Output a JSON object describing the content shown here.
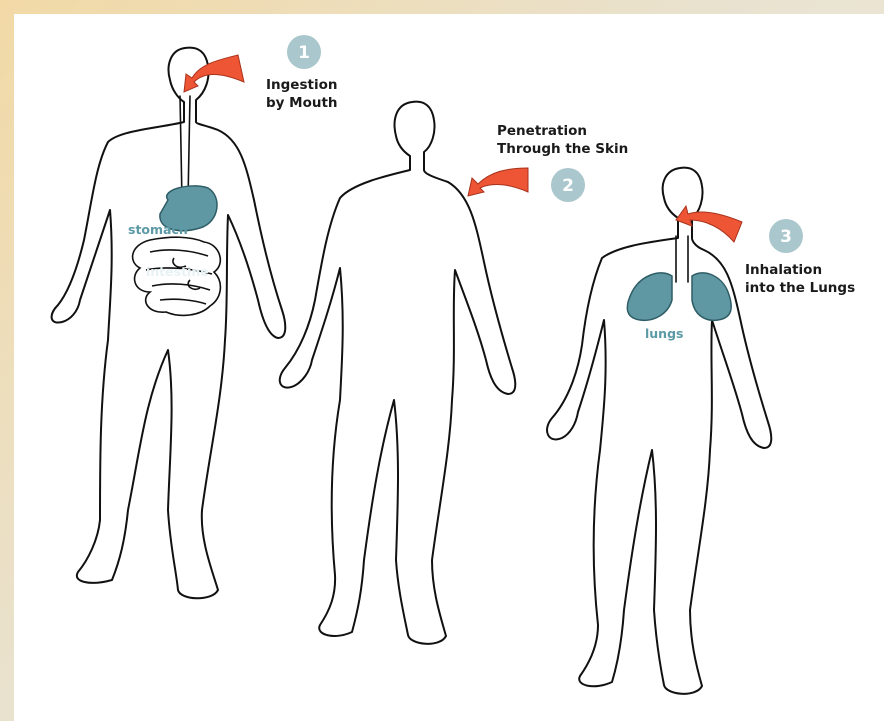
{
  "routes": [
    {
      "number": "1",
      "label_line1": "Ingestion",
      "label_line2": "by Mouth"
    },
    {
      "number": "2",
      "label_line1": "Penetration",
      "label_line2": "Through the Skin"
    },
    {
      "number": "3",
      "label_line1": "Inhalation",
      "label_line2": "into the Lungs"
    }
  ],
  "organs": {
    "stomach": "stomach",
    "intestine": "intestine",
    "lungs": "lungs"
  },
  "colors": {
    "arrow": "#ee5535",
    "organ": "#5f98a3",
    "badge": "#a9c7cc"
  }
}
